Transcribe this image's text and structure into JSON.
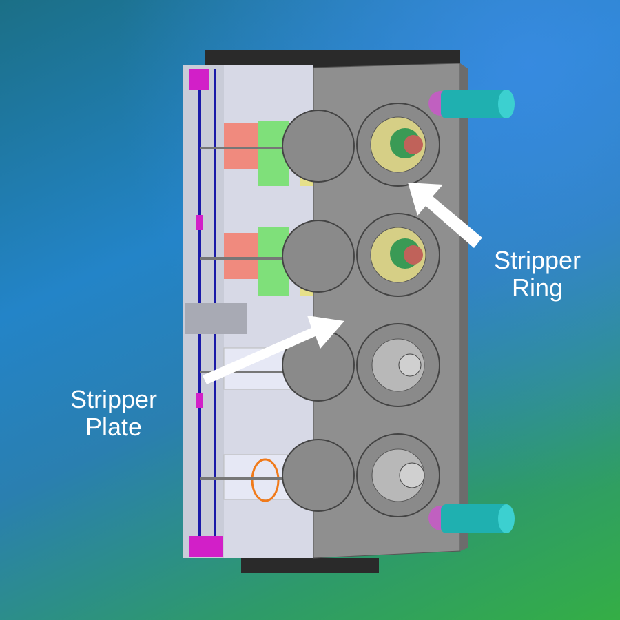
{
  "labels": {
    "stripper_ring": [
      "Stripper",
      "Ring"
    ],
    "stripper_plate": [
      "Stripper",
      "Plate"
    ]
  },
  "colors": {
    "plate": "#8f8f8f",
    "section": "#d7d9e6",
    "core_red": "#f08a7e",
    "insert_green": "#7fe07a",
    "ring_yellow": "#e6e08a",
    "guide_pin": "#1fb0b0",
    "marker_magenta": "#d21fc8",
    "arrow": "#ffffff"
  }
}
